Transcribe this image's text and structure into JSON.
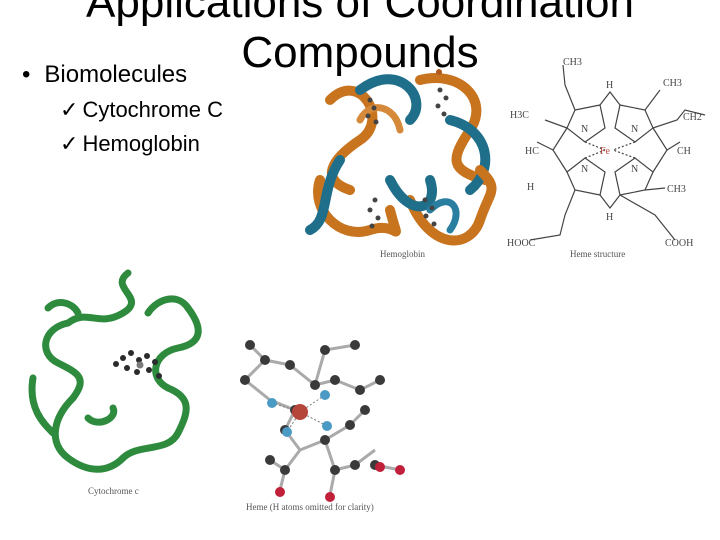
{
  "slide": {
    "title": "Applications of  Coordination Compounds",
    "bullet": "Biomolecules",
    "subitems": [
      "Cytochrome C",
      "Hemoglobin"
    ]
  },
  "figures": {
    "hemoglobin_caption": "Hemoglobin",
    "heme_structure_caption": "Heme structure",
    "cytochrome_caption": "Cytochrome c",
    "heme_3d_caption": "Heme (H atoms omitted for clarity)"
  },
  "heme_labels": {
    "ch3_top": "CH3",
    "h_top": "H",
    "ch3_right": "CH3",
    "h3c_left": "H3C",
    "ch2": "CH2",
    "n1": "N",
    "n2": "N",
    "n3": "N",
    "n4": "N",
    "fe": "Fe",
    "hc_left": "HC",
    "ch_right": "CH",
    "h_left": "H",
    "ch3_right2": "CH3",
    "h_bottom": "H",
    "hooc": "HOOC",
    "cooh": "COOH"
  },
  "colors": {
    "orange_ribbon": "#c8731e",
    "teal_ribbon": "#1f6f8b",
    "green_ribbon": "#2e8b3e",
    "iron": "#b5473a",
    "nitrogen": "#4a9ac4",
    "oxygen": "#c0203a",
    "carbon": "#3a3a3a"
  }
}
